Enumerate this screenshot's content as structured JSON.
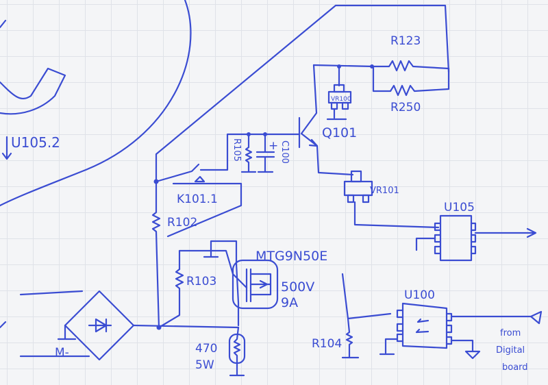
{
  "title": "Hand-drawn schematic sketch",
  "labels": {
    "u105_2": "U105.2",
    "r123": "R123",
    "vr100": "VR100",
    "r250": "R250",
    "q101": "Q101",
    "r105": "R105",
    "c100": "C100",
    "c100_polarity": "+",
    "vr101": "VR101",
    "k101_1": "K101.1",
    "r102": "R102",
    "u105": "U105",
    "mosfet": "MTG9N50E",
    "mosfet_voltage": "500V",
    "mosfet_current": "9A",
    "r103": "R103",
    "u100": "U100",
    "r104": "R104",
    "r_load_value": "470",
    "r_load_power": "5W",
    "m_minus": "M-",
    "note_line1": "from",
    "note_line2": "Digital",
    "note_line3": "board"
  },
  "colors": {
    "ink": "#3a4cd2",
    "paper": "#f4f5f7",
    "grid": "#dfe2e8"
  }
}
